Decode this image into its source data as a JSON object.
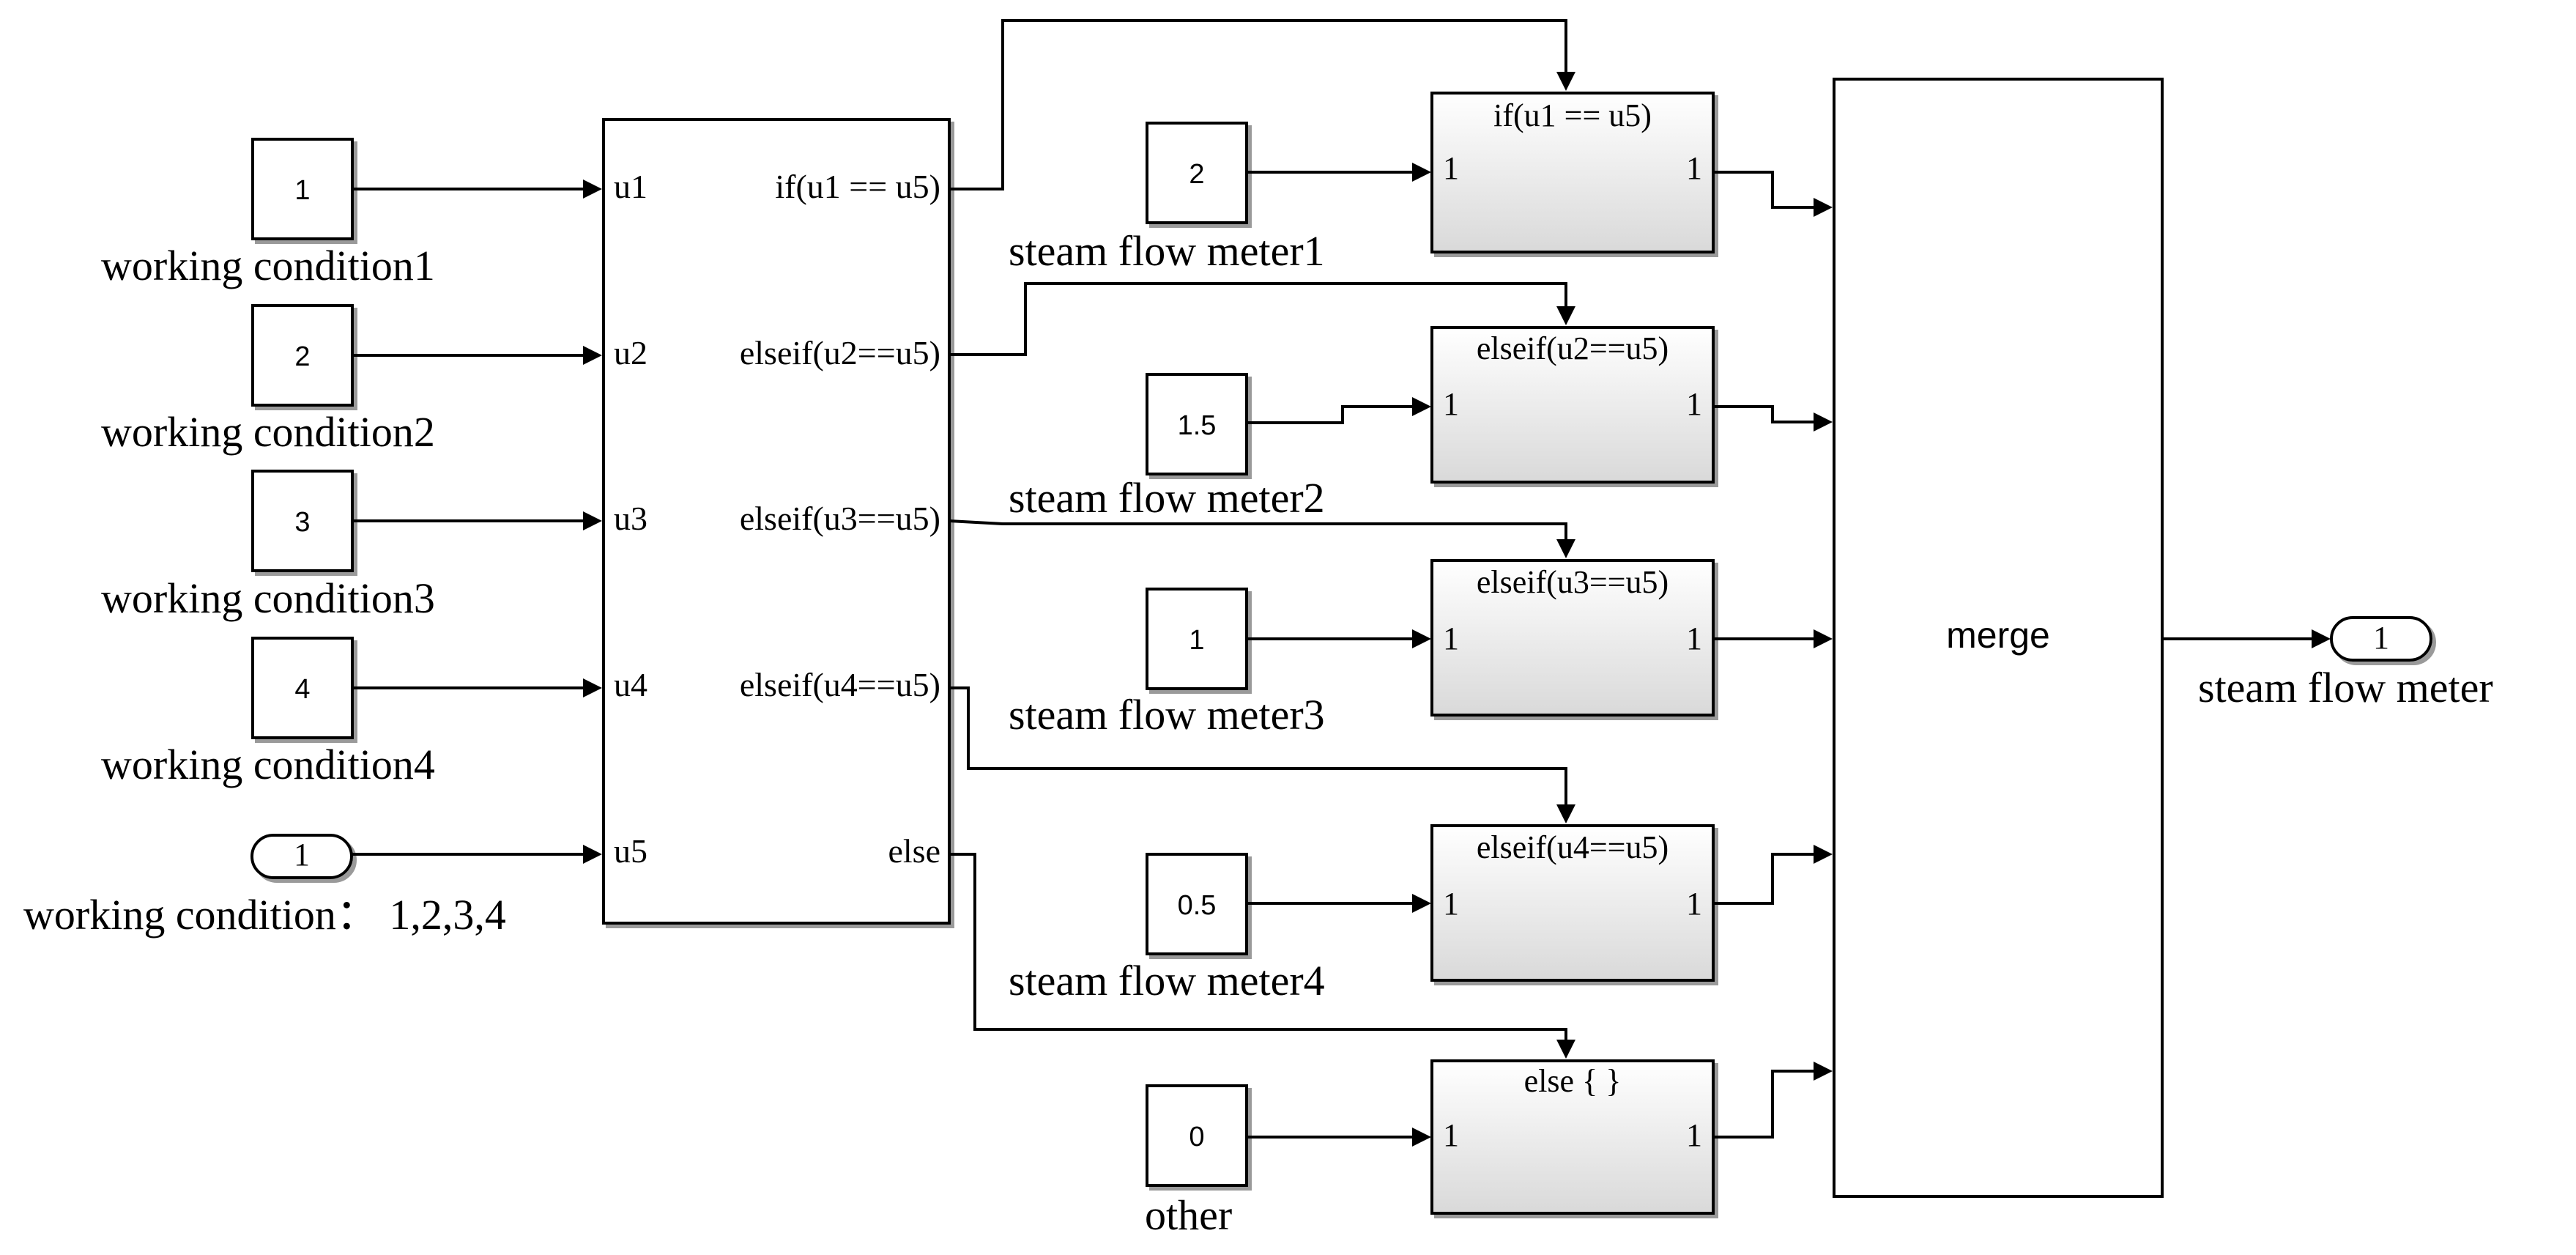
{
  "const_blocks": [
    {
      "value": "1",
      "label": "working condition1"
    },
    {
      "value": "2",
      "label": "working condition2"
    },
    {
      "value": "3",
      "label": "working condition3"
    },
    {
      "value": "4",
      "label": "working condition4"
    }
  ],
  "inport": {
    "value": "1",
    "label": "working condition： 1,2,3,4"
  },
  "ifblock": {
    "inputs": [
      "u1",
      "u2",
      "u3",
      "u4",
      "u5"
    ],
    "outputs": [
      "if(u1 == u5)",
      "elseif(u2==u5)",
      "elseif(u3==u5)",
      "elseif(u4==u5)",
      "else"
    ]
  },
  "flow_constants": [
    {
      "value": "2",
      "label": "steam flow meter1"
    },
    {
      "value": "1.5",
      "label": "steam flow meter2"
    },
    {
      "value": "1",
      "label": "steam flow meter3"
    },
    {
      "value": "0.5",
      "label": "steam flow meter4"
    },
    {
      "value": "0",
      "label": "other"
    }
  ],
  "subsystems": [
    {
      "title": "if(u1 == u5)",
      "in_port": "1",
      "out_port": "1"
    },
    {
      "title": "elseif(u2==u5)",
      "in_port": "1",
      "out_port": "1"
    },
    {
      "title": "elseif(u3==u5)",
      "in_port": "1",
      "out_port": "1"
    },
    {
      "title": "elseif(u4==u5)",
      "in_port": "1",
      "out_port": "1"
    },
    {
      "title": "else { }",
      "in_port": "1",
      "out_port": "1"
    }
  ],
  "merge": {
    "label": "merge"
  },
  "outport": {
    "value": "1",
    "label": "steam flow meter"
  }
}
